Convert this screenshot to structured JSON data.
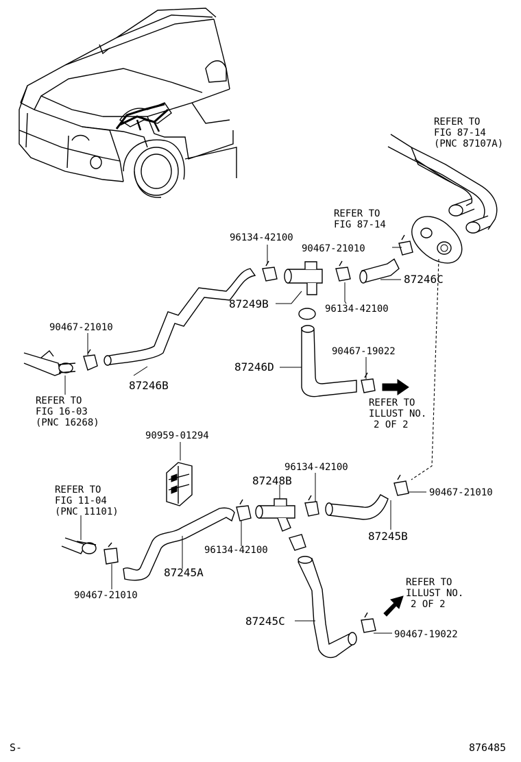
{
  "diagram": {
    "illustration_number": "876485",
    "corner_mark": "S-"
  },
  "part_labels": {
    "p87246C": "87246C",
    "p87249B": "87249B",
    "p87246D": "87246D",
    "p87246B": "87246B",
    "p87248B": "87248B",
    "p87245B": "87245B",
    "p87245A": "87245A",
    "p87245C": "87245C"
  },
  "clip_labels": {
    "c1": "96134-42100",
    "c2": "90467-21010",
    "c3": "96134-42100",
    "c4": "90467-21010",
    "c5": "90467-19022",
    "c6": "90959-01294",
    "c7": "96134-42100",
    "c8": "90467-21010",
    "c9": "96134-42100",
    "c10": "90467-21010",
    "c11": "90467-19022"
  },
  "references": {
    "r1": [
      "REFER TO",
      "FIG 87-14",
      "(PNC 87107A)"
    ],
    "r2": [
      "REFER TO",
      "FIG 87-14"
    ],
    "r3": [
      "REFER TO",
      "FIG 16-03",
      "(PNC 16268)"
    ],
    "r4": [
      "REFER TO",
      "ILLUST NO.",
      "2 OF 2"
    ],
    "r5": [
      "REFER TO",
      "FIG 11-04",
      "(PNC 11101)"
    ],
    "r6": [
      "REFER TO",
      "ILLUST NO.",
      "2 OF 2"
    ]
  }
}
